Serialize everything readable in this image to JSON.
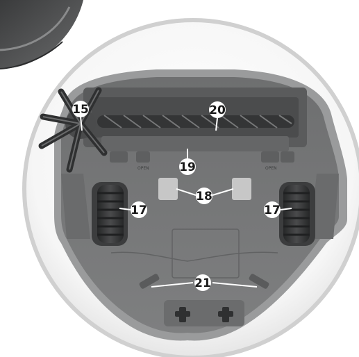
{
  "diagram": {
    "subject": "robot vacuum underside",
    "callouts": {
      "side_brush": "15",
      "wheel": "17",
      "dust_sensor": "18",
      "main_brush_cover": "19",
      "main_brush": "20",
      "cliff_sensor": "21"
    },
    "housing_label": "OPEN"
  },
  "colors": {
    "body": "#757677",
    "body_dark": "#4e4f50",
    "body_light": "#8c8d8e",
    "rim": "#d8d8d8",
    "callout_fill": "#ffffff",
    "callout_text": "#1a1a1a",
    "sensor_pad": "#c7c7c7",
    "tire": "#2e2f30"
  }
}
